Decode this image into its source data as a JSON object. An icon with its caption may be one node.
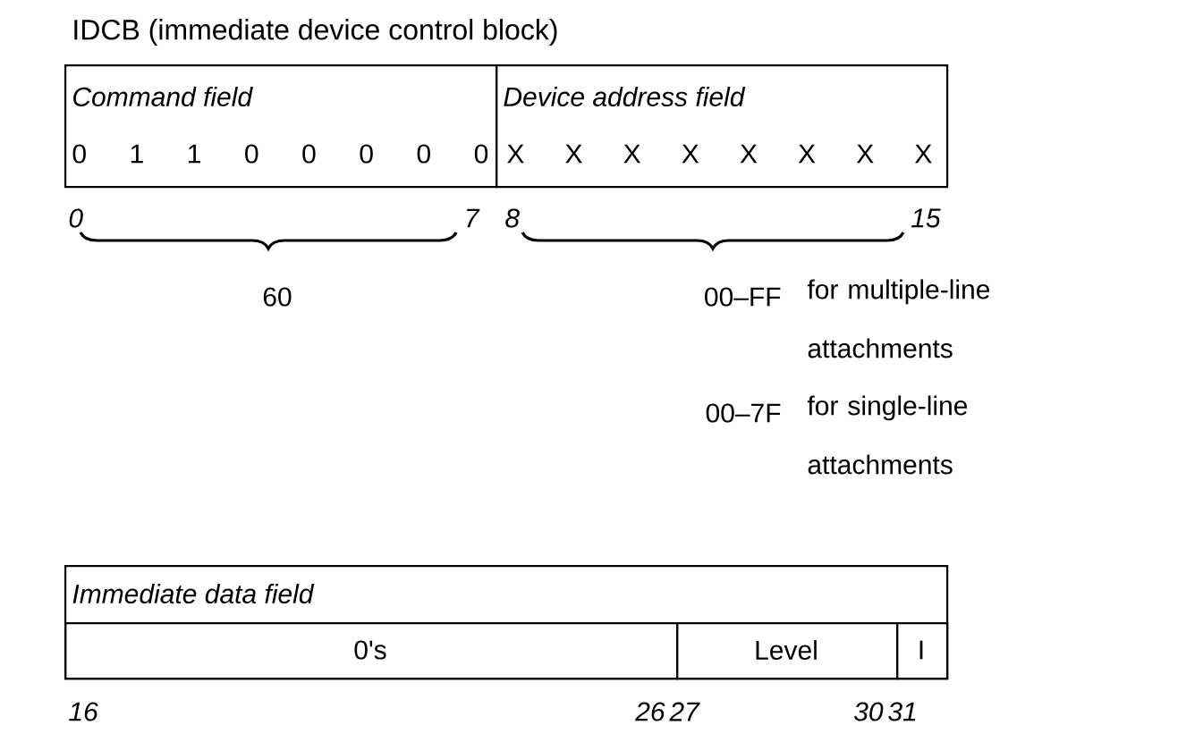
{
  "diagram": {
    "title": "IDCB (immediate device control block)",
    "nodes": [
      {
        "text": [
          "Command field",
          "0 1 1 0 0 0 0 0"
        ]
      },
      {
        "text": [
          "Device address field",
          "X X X X X X X X"
        ]
      },
      {
        "text": [
          "Immediate data field"
        ]
      },
      {
        "text": [
          "0's"
        ],
        "in": 2
      },
      {
        "text": [
          "Level"
        ],
        "in": 2
      },
      {
        "text": [
          "I"
        ],
        "in": 2
      }
    ],
    "labels": [
      "0",
      "7",
      "8",
      "15",
      "60",
      "00–FF",
      "for multiple-line attachments",
      "00–7F",
      "for single-line attachments",
      "16",
      "26",
      "27",
      "30",
      "31"
    ]
  }
}
